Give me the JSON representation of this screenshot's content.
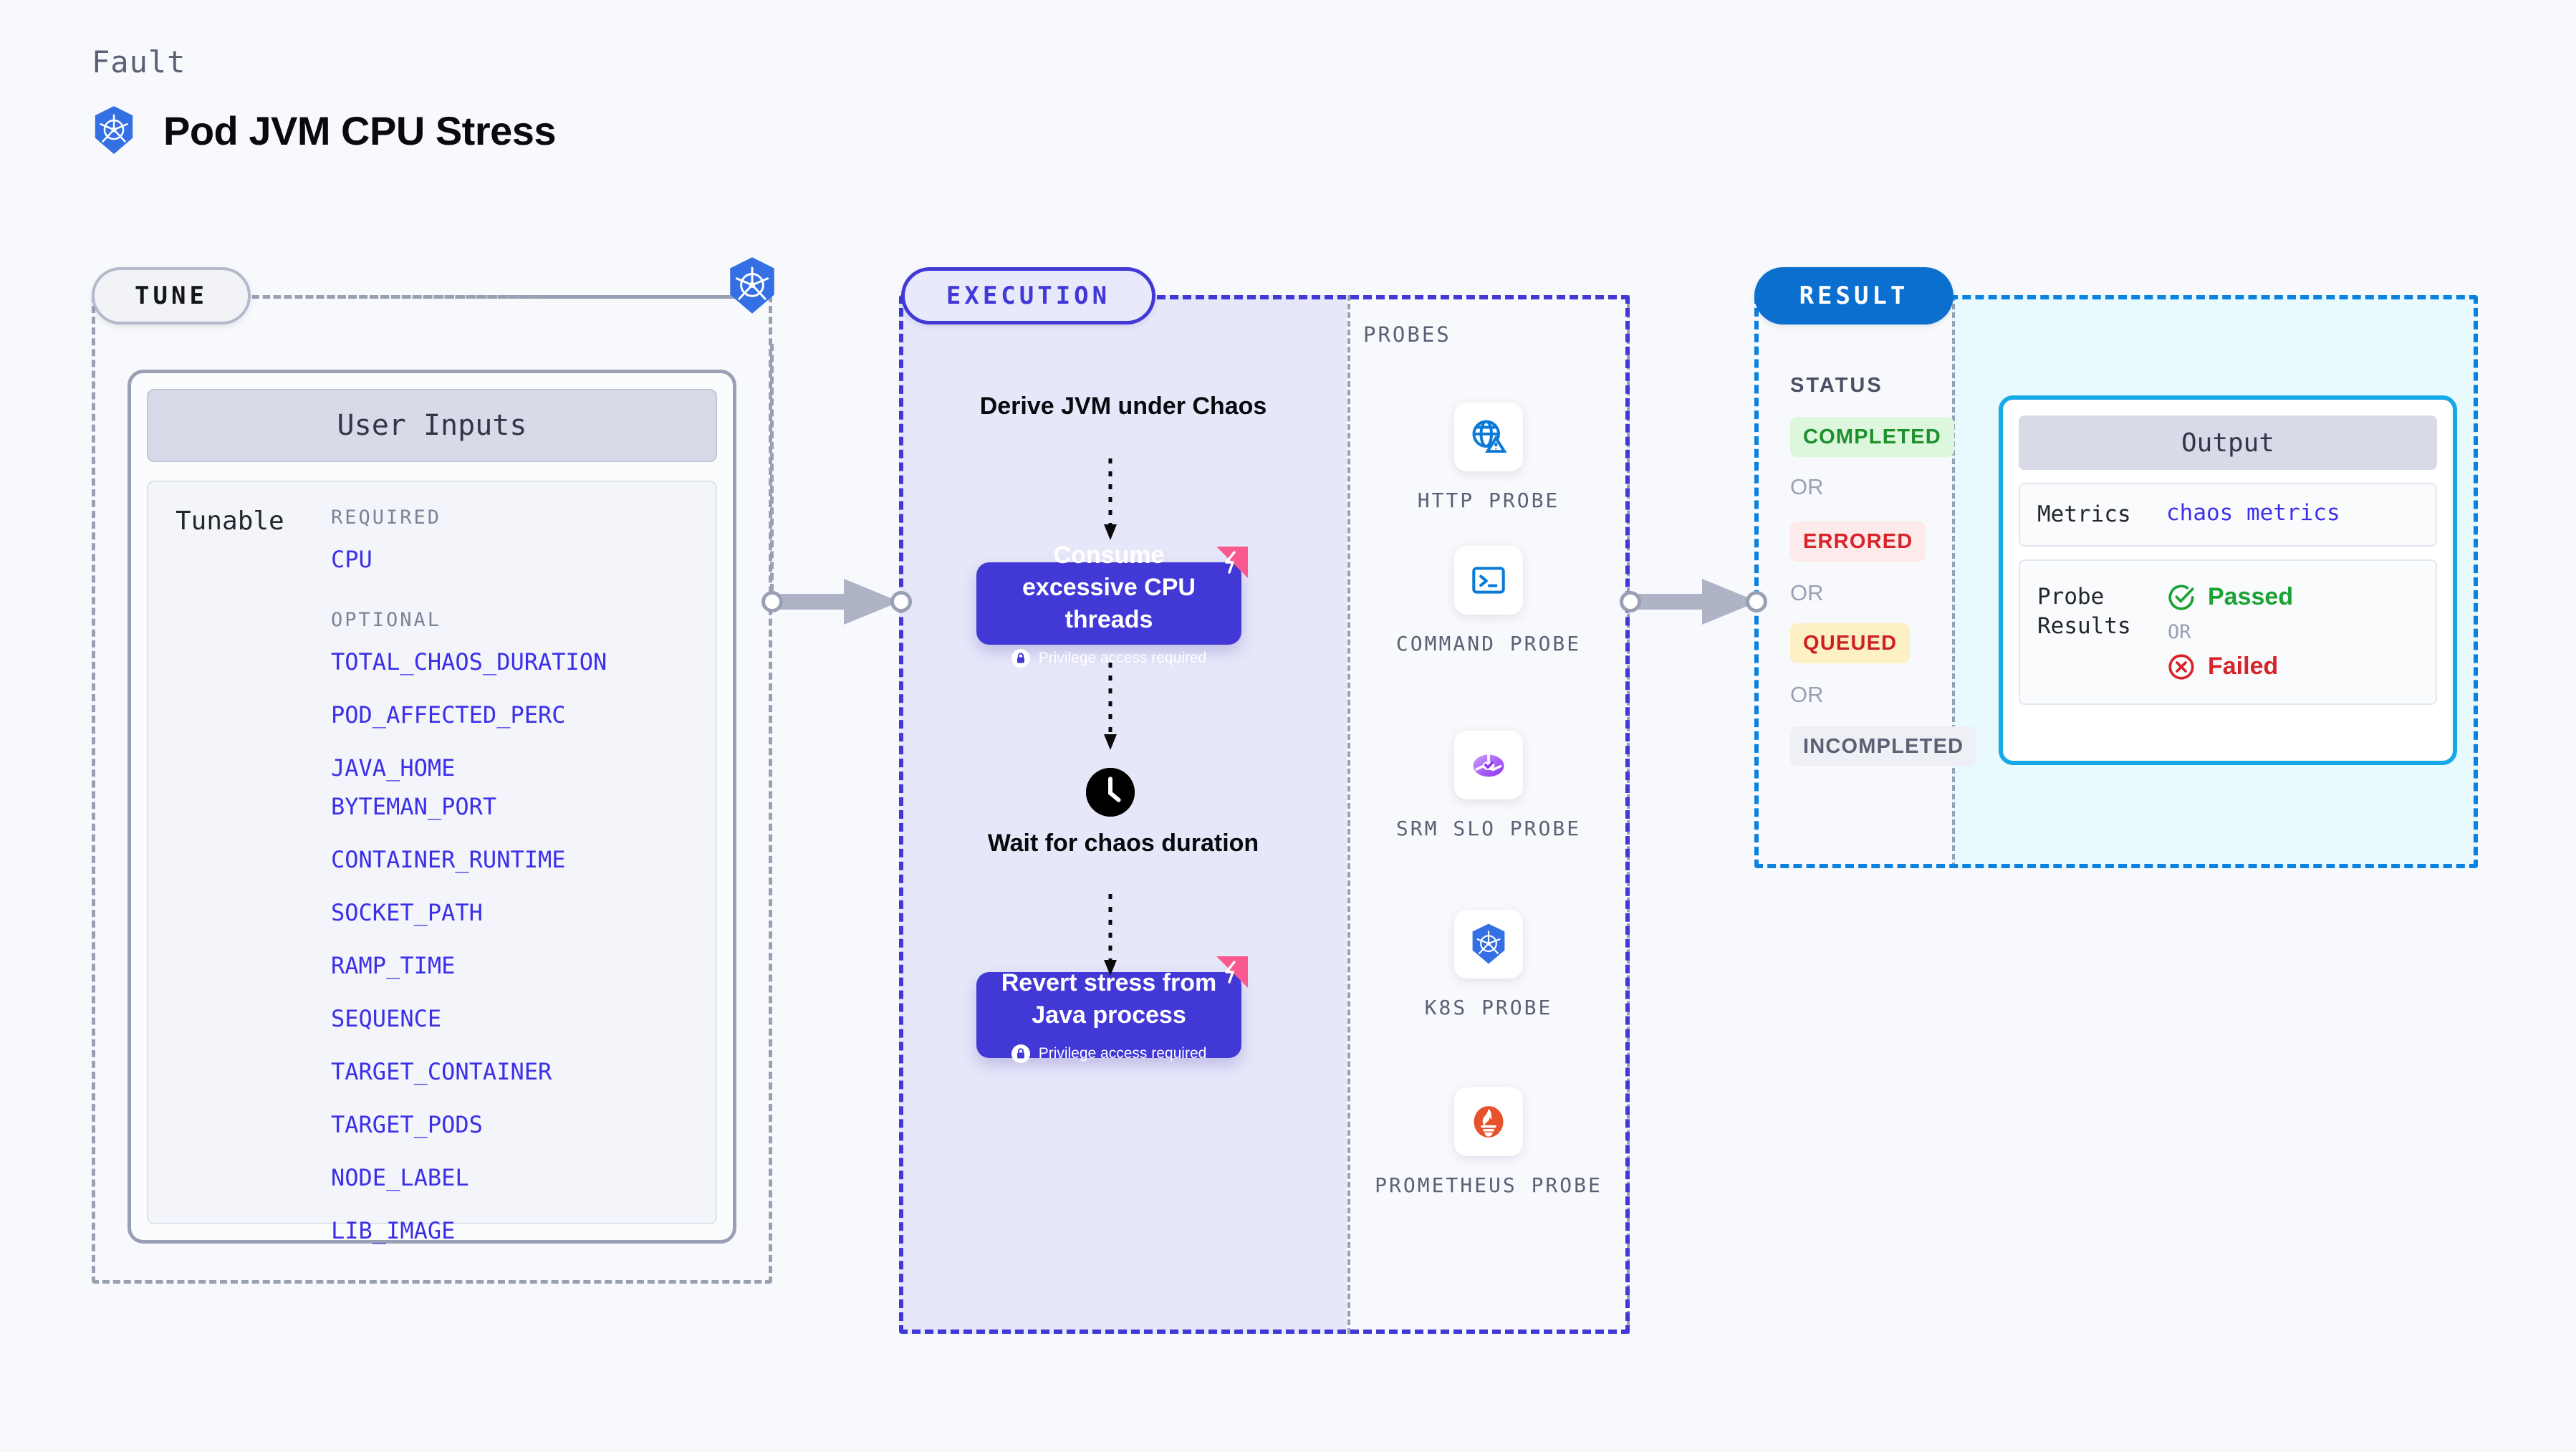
{
  "header": {
    "kicker": "Fault",
    "title": "Pod JVM CPU Stress",
    "icon": "kubernetes-icon"
  },
  "tune": {
    "pill_label": "TUNE",
    "card_title": "User Inputs",
    "tunable_label": "Tunable",
    "required_label": "REQUIRED",
    "optional_label": "OPTIONAL",
    "required": [
      "CPU"
    ],
    "optional": [
      "TOTAL_CHAOS_DURATION",
      "POD_AFFECTED_PERC",
      "JAVA_HOME",
      "BYTEMAN_PORT",
      "CONTAINER_RUNTIME",
      "SOCKET_PATH",
      "RAMP_TIME",
      "SEQUENCE",
      "TARGET_CONTAINER",
      "TARGET_PODS",
      "NODE_LABEL",
      "LIB_IMAGE"
    ]
  },
  "execution": {
    "pill_label": "EXECUTION",
    "steps": [
      {
        "type": "text",
        "label": "Derive JVM under Chaos"
      },
      {
        "type": "card",
        "label": "Consume excessive CPU threads",
        "privilege": "Privilege access required",
        "badge": "flow-badge"
      },
      {
        "type": "wait",
        "label": "Wait for chaos duration",
        "icon": "clock-icon"
      },
      {
        "type": "card",
        "label": "Revert stress from Java process",
        "privilege": "Privilege access required",
        "badge": "flow-badge"
      }
    ]
  },
  "probes": {
    "title": "PROBES",
    "items": [
      {
        "label": "HTTP PROBE",
        "icon": "globe-warning-icon"
      },
      {
        "label": "COMMAND PROBE",
        "icon": "terminal-icon"
      },
      {
        "label": "SRM SLO PROBE",
        "icon": "slo-donut-icon"
      },
      {
        "label": "K8S PROBE",
        "icon": "kubernetes-icon"
      },
      {
        "label": "PROMETHEUS PROBE",
        "icon": "prometheus-icon"
      }
    ]
  },
  "result": {
    "pill_label": "RESULT",
    "status_title": "STATUS",
    "or_label": "OR",
    "statuses": [
      {
        "label": "COMPLETED",
        "color": "#1d8f2b",
        "bg": "#ddf7dd"
      },
      {
        "label": "ERRORED",
        "color": "#d8232a",
        "bg": "#fdeaea"
      },
      {
        "label": "QUEUED",
        "color": "#cc2121",
        "bg": "#fcf0c4"
      },
      {
        "label": "INCOMPLETED",
        "color": "#5a6175",
        "bg": "#eef0f5"
      }
    ],
    "output": {
      "title": "Output",
      "metrics_key": "Metrics",
      "metrics_value": "chaos metrics",
      "probe_key": "Probe Results",
      "passed_label": "Passed",
      "failed_label": "Failed",
      "or_label": "OR"
    }
  },
  "colors": {
    "accent_purple": "#4238d6",
    "accent_blue": "#0b6fd0",
    "kubernetes_blue": "#3470e4",
    "pink_badge": "#f9598f",
    "cyan_border": "#17a8e8"
  }
}
